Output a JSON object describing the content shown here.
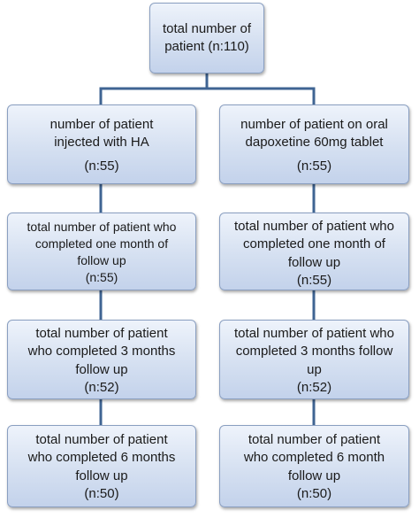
{
  "flowchart": {
    "top": {
      "main": "total number of patient (n:110)"
    },
    "left": [
      {
        "main": "number of patient\ninjected with  HA",
        "count": "(n:55)"
      },
      {
        "main": "total number of patient who\ncompleted  one month of\nfollow up",
        "count": "(n:55)"
      },
      {
        "main": "total number of patient\nwho completed 3 months\nfollow up",
        "count": "(n:52)"
      },
      {
        "main": "total number of patient\nwho completed 6 months\nfollow up",
        "count": "(n:50)"
      }
    ],
    "right": [
      {
        "main": "number of patient on oral\ndapoxetine 60mg tablet",
        "count": "(n:55)"
      },
      {
        "main": "total number of patient who\ncompleted  one month of\nfollow up",
        "count": "(n:55)"
      },
      {
        "main": "total number of patient who\ncompleted 3 months follow\nup",
        "count": "(n:52)"
      },
      {
        "main": "total number of patient\nwho completed 6 month\nfollow up",
        "count": "(n:50)"
      }
    ]
  },
  "colors": {
    "connector": "#3f6493",
    "box_border": "#8a9fc1",
    "box_fill": "#d5e0f1"
  }
}
